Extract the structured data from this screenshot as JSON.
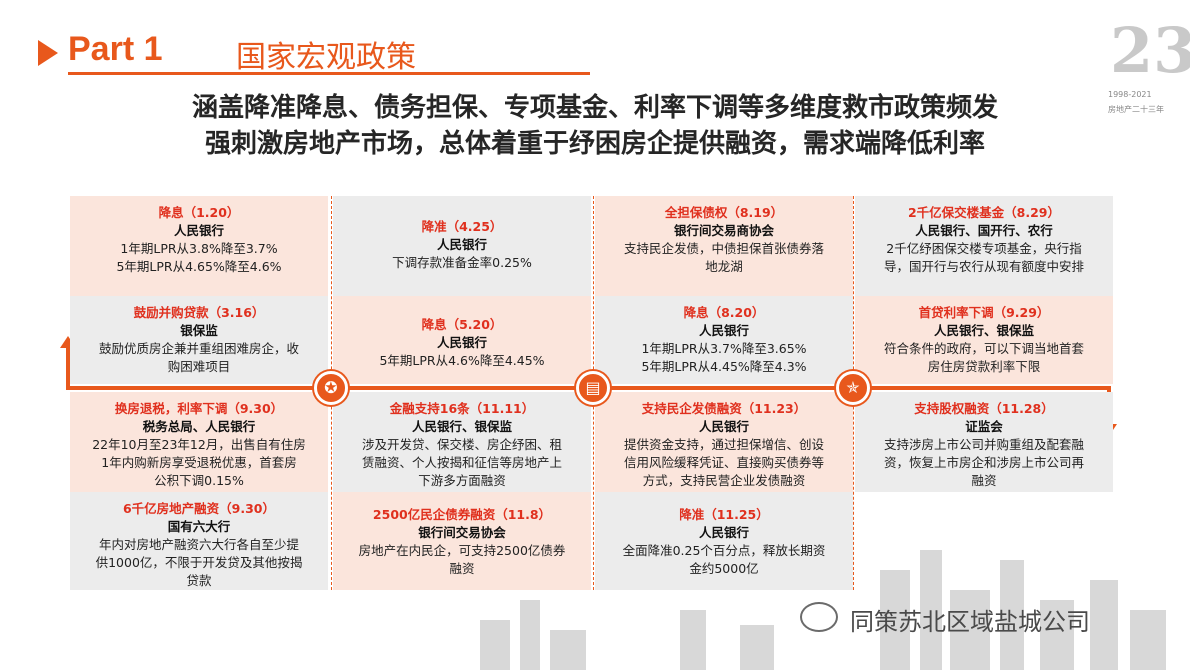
{
  "header": {
    "part": "Part 1",
    "title": "国家宏观政策"
  },
  "logo": {
    "number": "23",
    "years": "1998-2021",
    "subtitle": "房地产二十三年"
  },
  "headline": {
    "line1": "涵盖降准降息、债务担保、专项基金、利率下调等多维度救市政策频发",
    "line2": "强刺激房地产市场，总体着重于纾困房企提供融资，需求端降低利率"
  },
  "cells": {
    "c1r1": {
      "title": "降息（1.20）",
      "org": "人民银行",
      "d1": "1年期LPR从3.8%降至3.7%",
      "d2": "5年期LPR从4.65%降至4.6%"
    },
    "c1r2": {
      "title": "鼓励并购贷款（3.16）",
      "org": "银保监",
      "d1": "鼓励优质房企兼并重组困难房企，收",
      "d2": "购困难项目"
    },
    "c1r3": {
      "title": "换房退税，利率下调（9.30）",
      "org": "税务总局、人民银行",
      "d1": "22年10月至23年12月，出售自有住房",
      "d2": "1年内购新房享受退税优惠，首套房",
      "d3": "公积下调0.15%"
    },
    "c1r4": {
      "title": "6千亿房地产融资（9.30）",
      "org": "国有六大行",
      "d1": "年内对房地产融资六大行各自至少提",
      "d2": "供1000亿，不限于开发贷及其他按揭",
      "d3": "贷款"
    },
    "c2r1": {
      "title": "降准（4.25）",
      "org": "人民银行",
      "d1": "下调存款准备金率0.25%"
    },
    "c2r2": {
      "title": "降息（5.20）",
      "org": "人民银行",
      "d1": "5年期LPR从4.6%降至4.45%"
    },
    "c2r3": {
      "title": "金融支持16条（11.11）",
      "org": "人民银行、银保监",
      "d1": "涉及开发贷、保交楼、房企纾困、租",
      "d2": "赁融资、个人按揭和征信等房地产上",
      "d3": "下游多方面融资"
    },
    "c2r4": {
      "title": "2500亿民企债券融资（11.8）",
      "org": "银行间交易协会",
      "d1": "房地产在内民企，可支持2500亿债券",
      "d2": "融资"
    },
    "c3r1": {
      "title": "全担保债权（8.19）",
      "org": "银行间交易商协会",
      "d1": "支持民企发债，中债担保首张债券落",
      "d2": "地龙湖"
    },
    "c3r2": {
      "title": "降息（8.20）",
      "org": "人民银行",
      "d1": "1年期LPR从3.7%降至3.65%",
      "d2": "5年期LPR从4.45%降至4.3%"
    },
    "c3r3": {
      "title": "支持民企发债融资（11.23）",
      "org": "人民银行",
      "d1": "提供资金支持，通过担保增信、创设",
      "d2": "信用风险缓释凭证、直接购买债券等",
      "d3": "方式，支持民营企业发债融资"
    },
    "c3r4": {
      "title": "降准（11.25）",
      "org": "人民银行",
      "d1": "全面降准0.25个百分点，释放长期资",
      "d2": "金约5000亿"
    },
    "c4r1": {
      "title": "2千亿保交楼基金（8.29）",
      "org": "人民银行、国开行、农行",
      "d1": "2千亿纾困保交楼专项基金，央行指",
      "d2": "导，国开行与农行从现有额度中安排"
    },
    "c4r2": {
      "title": "首贷利率下调（9.29）",
      "org": "人民银行、银保监",
      "d1": "符合条件的政府，可以下调当地首套",
      "d2": "房住房贷款利率下限"
    },
    "c4r3": {
      "title": "支持股权融资（11.28）",
      "org": "证监会",
      "d1": "支持涉房上市公司并购重组及配套融",
      "d2": "资，恢复上市房企和涉房上市公司再",
      "d3": "融资"
    }
  },
  "icons": [
    "tax-icon",
    "document-icon",
    "medal-icon"
  ],
  "watermark": {
    "text": "同策苏北区域盐城公司"
  },
  "colors": {
    "accent": "#e8581c",
    "title_red": "#e0301e",
    "pink": "#fbe5dc",
    "gray": "#ececec"
  }
}
